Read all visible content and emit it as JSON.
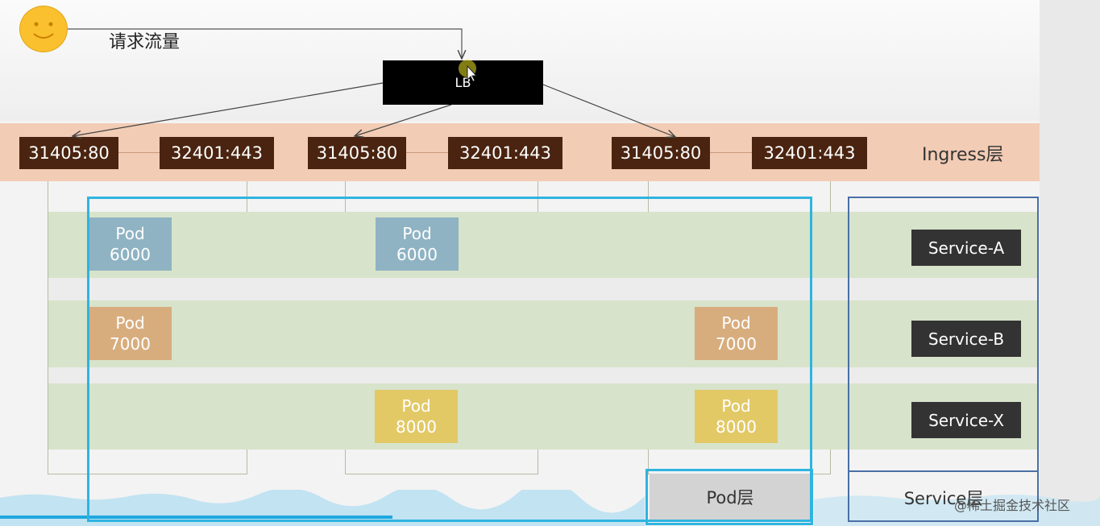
{
  "traffic_label": "请求流量",
  "lb_label": "LB",
  "ingress": {
    "ports": [
      "31405:80",
      "32401:443",
      "31405:80",
      "32401:443",
      "31405:80",
      "32401:443"
    ],
    "layer_label": "Ingress层"
  },
  "pods": {
    "label": "Pod",
    "a1_port": "6000",
    "a2_port": "6000",
    "b1_port": "7000",
    "b2_port": "7000",
    "x1_port": "8000",
    "x2_port": "8000"
  },
  "services": [
    "Service-A",
    "Service-B",
    "Service-X"
  ],
  "pod_layer_label": "Pod层",
  "service_layer_label": "Service层",
  "watermark": "@稀土掘金技术社区",
  "colors": {
    "ingress_band": "#f2ccb4",
    "port_box": "#4a2410",
    "row_band": "#d7e3ca",
    "pod_a": "#8fb3c3",
    "pod_b": "#d8ad7e",
    "pod_x": "#e2c966",
    "service_box": "#333333",
    "pod_layer_outline": "#2fb4e0",
    "service_layer_outline": "#4a6fa5"
  }
}
